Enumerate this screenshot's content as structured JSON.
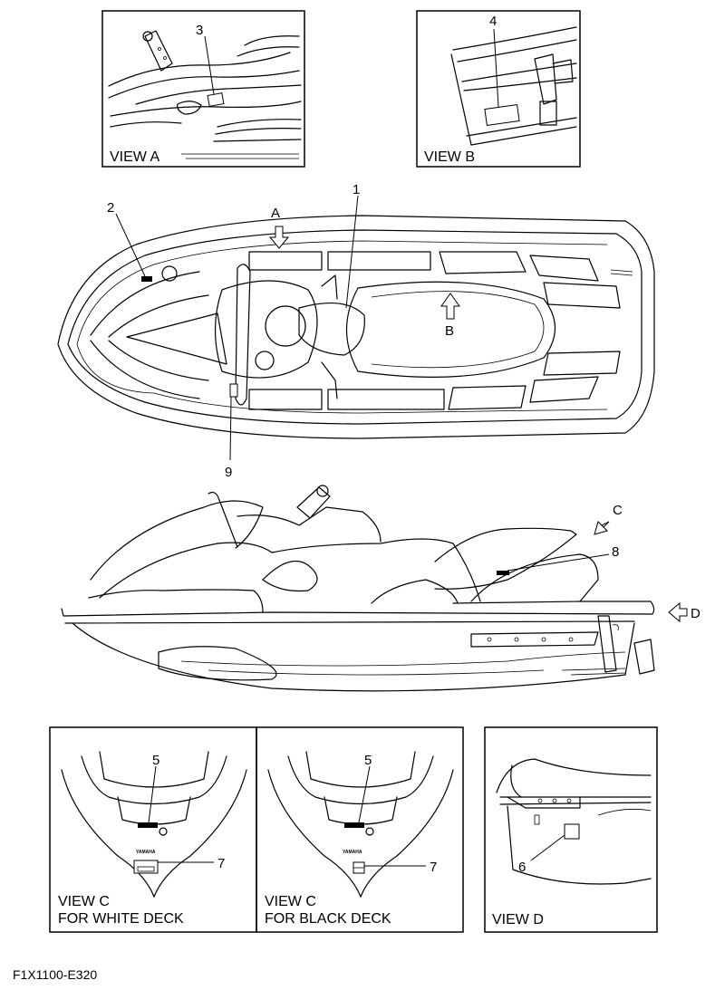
{
  "views": {
    "a": "VIEW A",
    "b": "VIEW B",
    "c_white_1": "VIEW C",
    "c_white_2": "FOR WHITE DECK",
    "c_black_1": "VIEW C",
    "c_black_2": "FOR BLACK DECK",
    "d": "VIEW D"
  },
  "direction_markers": {
    "a": "A",
    "b": "B",
    "c": "C",
    "d": "D"
  },
  "callouts": {
    "n1": "1",
    "n2": "2",
    "n3": "3",
    "n4": "4",
    "n5_white": "5",
    "n5_black": "5",
    "n6": "6",
    "n7_white": "7",
    "n7_black": "7",
    "n8": "8",
    "n9": "9"
  },
  "brand_mark": "YAMAHA",
  "diagram_code": "F1X1100-E320"
}
